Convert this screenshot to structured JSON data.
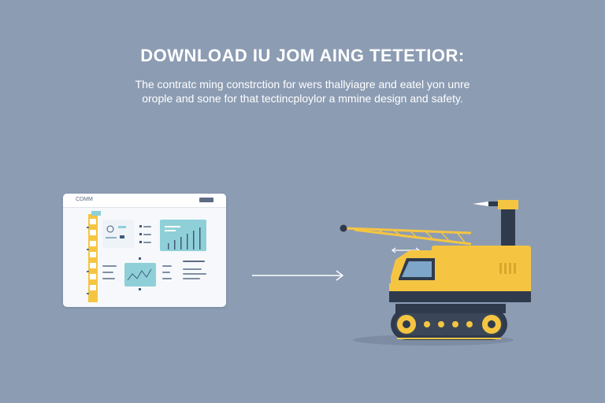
{
  "header": {
    "title": "DOWNLOAD IU JOM AING TETETIOR:",
    "subtitle_line1": "The contratc ming constrction for wers thallyiagre and eatel yon unre",
    "subtitle_line2": "orople and sone for that tectincploylor a mmine design and safety."
  },
  "browser": {
    "logo": "CDMM"
  },
  "icons": {
    "arrow": "right-arrow-icon",
    "machine": "excavator-crane-icon",
    "double_arrow": "double-arrow-icon"
  },
  "colors": {
    "background": "#8c9cb3",
    "machine_yellow": "#f5c542",
    "machine_dark": "#2f3b4d",
    "accent_teal": "#8fd0d8"
  }
}
